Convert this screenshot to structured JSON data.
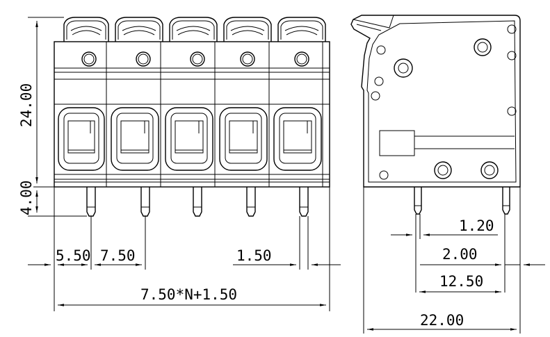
{
  "front_view": {
    "pole_count": 5,
    "dims": {
      "height_body": "24.00",
      "height_pin": "4.00",
      "offset_first": "5.50",
      "pitch": "7.50",
      "pin_width": "1.50",
      "total_width": "7.50*N+1.50"
    }
  },
  "side_view": {
    "dims": {
      "pin_dia": "1.20",
      "pin_end": "2.00",
      "pin_spacing": "12.50",
      "total_depth": "22.00"
    }
  }
}
